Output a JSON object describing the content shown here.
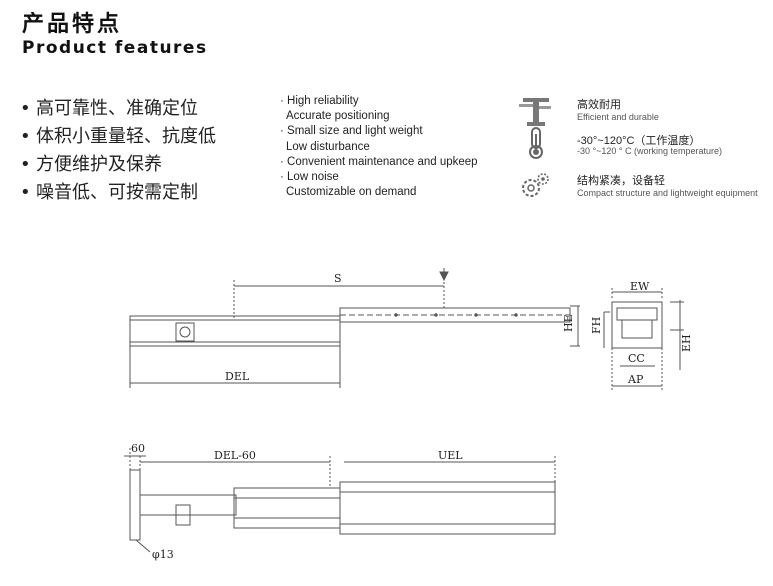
{
  "header": {
    "title_cn": "产品特点",
    "title_en": "Product features"
  },
  "features_cn": [
    "高可靠性、准确定位",
    "体积小重量轻、抗度低",
    "方便维护及保养",
    "噪音低、可按需定制"
  ],
  "features_en": [
    "· High reliability",
    "  Accurate positioning",
    "· Small size and light weight",
    "  Low disturbance",
    "· Convenient maintenance and upkeep",
    "· Low noise",
    "  Customizable on demand"
  ],
  "specs": [
    {
      "icon": "profile-icon",
      "cn": "高效耐用",
      "en": "Efficient and durable"
    },
    {
      "icon": "thermometer-icon",
      "cn": "-30°~120°C（工作温度）",
      "en": "-30 °~120 ° C (working temperature)"
    },
    {
      "icon": "gear-icon",
      "cn": "结构紧凑，设备轻",
      "en": "Compact structure and lightweight equipment"
    }
  ],
  "drawing_labels": {
    "s": "S",
    "del": "DEL",
    "he": "HE",
    "ew": "EW",
    "fh": "FH",
    "eh": "EH",
    "cc": "CC",
    "ap": "AP",
    "sixty": "60",
    "del60": "DEL-60",
    "uel": "UEL",
    "phi13": "φ13"
  }
}
